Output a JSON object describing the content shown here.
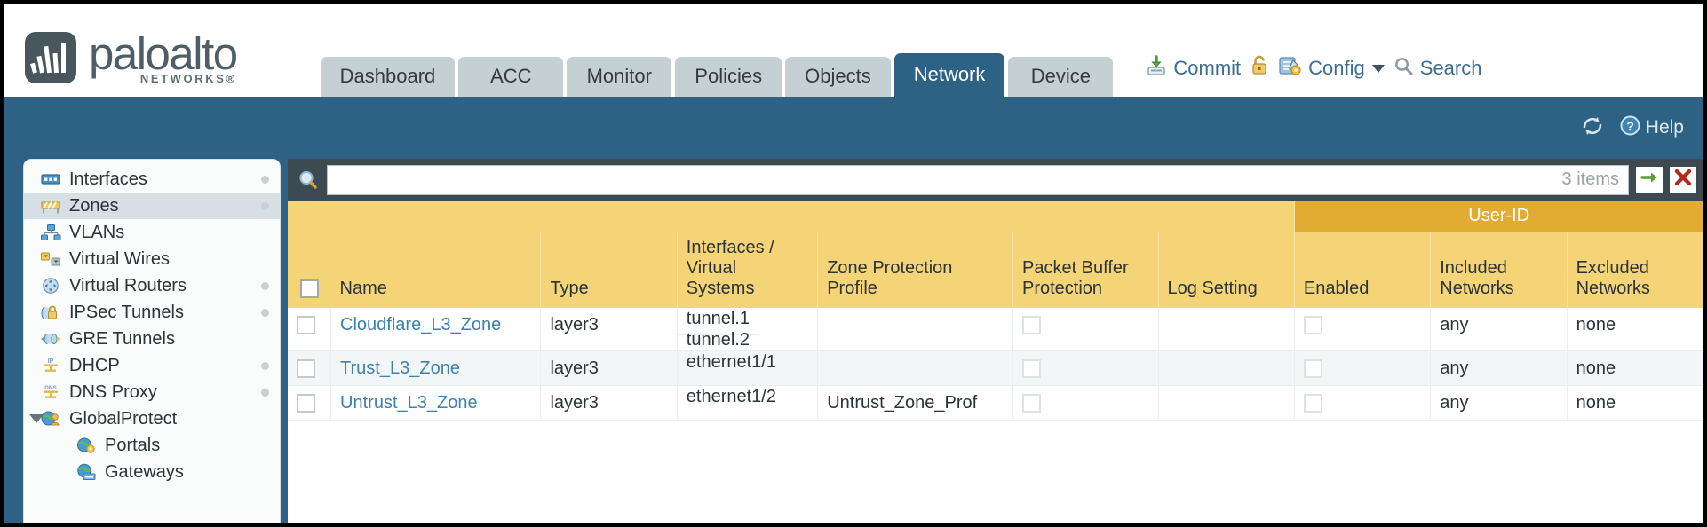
{
  "brand": {
    "name": "paloalto",
    "sub": "NETWORKS®",
    "logo_icon": "paloalto-logo-icon"
  },
  "nav": {
    "tabs": [
      {
        "label": "Dashboard",
        "active": false
      },
      {
        "label": "ACC",
        "active": false
      },
      {
        "label": "Monitor",
        "active": false
      },
      {
        "label": "Policies",
        "active": false
      },
      {
        "label": "Objects",
        "active": false
      },
      {
        "label": "Network",
        "active": true
      },
      {
        "label": "Device",
        "active": false
      }
    ]
  },
  "utilities": {
    "commit": {
      "label": "Commit",
      "icon": "commit-save-icon"
    },
    "lock": {
      "icon": "padlock-icon"
    },
    "config": {
      "label": "Config",
      "icon": "config-wrench-icon",
      "caret": "chevron-down-icon"
    },
    "search": {
      "label": "Search",
      "icon": "search-magnifier-icon"
    }
  },
  "blueband": {
    "refresh_icon": "refresh-icon",
    "help": {
      "label": "Help",
      "icon": "help-question-icon"
    }
  },
  "sidebar": {
    "items": [
      {
        "label": "Interfaces",
        "icon": "interfaces-icon",
        "selected": false,
        "dot": true,
        "child": false,
        "twisty": false
      },
      {
        "label": "Zones",
        "icon": "zones-icon",
        "selected": true,
        "dot": true,
        "child": false,
        "twisty": false
      },
      {
        "label": "VLANs",
        "icon": "vlans-icon",
        "selected": false,
        "dot": false,
        "child": false,
        "twisty": false
      },
      {
        "label": "Virtual Wires",
        "icon": "virtual-wires-icon",
        "selected": false,
        "dot": false,
        "child": false,
        "twisty": false
      },
      {
        "label": "Virtual Routers",
        "icon": "virtual-routers-icon",
        "selected": false,
        "dot": true,
        "child": false,
        "twisty": false
      },
      {
        "label": "IPSec Tunnels",
        "icon": "ipsec-tunnels-icon",
        "selected": false,
        "dot": true,
        "child": false,
        "twisty": false
      },
      {
        "label": "GRE Tunnels",
        "icon": "gre-tunnels-icon",
        "selected": false,
        "dot": false,
        "child": false,
        "twisty": false
      },
      {
        "label": "DHCP",
        "icon": "dhcp-icon",
        "selected": false,
        "dot": true,
        "child": false,
        "twisty": false
      },
      {
        "label": "DNS Proxy",
        "icon": "dns-proxy-icon",
        "selected": false,
        "dot": true,
        "child": false,
        "twisty": false
      },
      {
        "label": "GlobalProtect",
        "icon": "globalprotect-icon",
        "selected": false,
        "dot": false,
        "child": false,
        "twisty": true
      },
      {
        "label": "Portals",
        "icon": "portals-icon",
        "selected": false,
        "dot": false,
        "child": true,
        "twisty": false
      },
      {
        "label": "Gateways",
        "icon": "gateways-icon",
        "selected": false,
        "dot": false,
        "child": true,
        "twisty": false
      }
    ]
  },
  "search": {
    "value": "",
    "placeholder": "",
    "icon": "search-magnifier-icon",
    "items_count": "3 items",
    "apply_icon": "green-arrow-icon",
    "clear_icon": "red-x-icon"
  },
  "table": {
    "group_header": {
      "label": "User-ID",
      "span": 3
    },
    "columns": [
      {
        "key": "select",
        "label": ""
      },
      {
        "key": "name",
        "label": "Name"
      },
      {
        "key": "type",
        "label": "Type"
      },
      {
        "key": "ifaces",
        "label": "Interfaces / Virtual Systems"
      },
      {
        "key": "zpp",
        "label": "Zone Protection Profile"
      },
      {
        "key": "pbp",
        "label": "Packet Buffer Protection"
      },
      {
        "key": "log",
        "label": "Log Setting"
      },
      {
        "key": "enabled",
        "label": "Enabled"
      },
      {
        "key": "incl",
        "label": "Included Networks"
      },
      {
        "key": "excl",
        "label": "Excluded Networks"
      }
    ],
    "header_select_all": false,
    "rows": [
      {
        "selected": false,
        "name": "Cloudflare_L3_Zone",
        "type": "layer3",
        "interfaces": [
          "tunnel.1",
          "tunnel.2"
        ],
        "zone_protection_profile": "",
        "packet_buffer_protection": false,
        "log_setting": "",
        "userid_enabled": false,
        "included_networks": "any",
        "excluded_networks": "none"
      },
      {
        "selected": false,
        "name": "Trust_L3_Zone",
        "type": "layer3",
        "interfaces": [
          "ethernet1/1"
        ],
        "zone_protection_profile": "",
        "packet_buffer_protection": false,
        "log_setting": "",
        "userid_enabled": false,
        "included_networks": "any",
        "excluded_networks": "none"
      },
      {
        "selected": false,
        "name": "Untrust_L3_Zone",
        "type": "layer3",
        "interfaces": [
          "ethernet1/2"
        ],
        "zone_protection_profile": "Untrust_Zone_Prof",
        "packet_buffer_protection": false,
        "log_setting": "",
        "userid_enabled": false,
        "included_networks": "any",
        "excluded_networks": "none"
      }
    ]
  },
  "colors": {
    "brand_slate": "#48565e",
    "nav_active": "#2d6285",
    "nav_inactive": "#c5d0d2",
    "header_gold": "#f5d377",
    "group_gold": "#e2ac33",
    "link_blue": "#3d81ad",
    "panel_dark": "#3e4a52"
  }
}
